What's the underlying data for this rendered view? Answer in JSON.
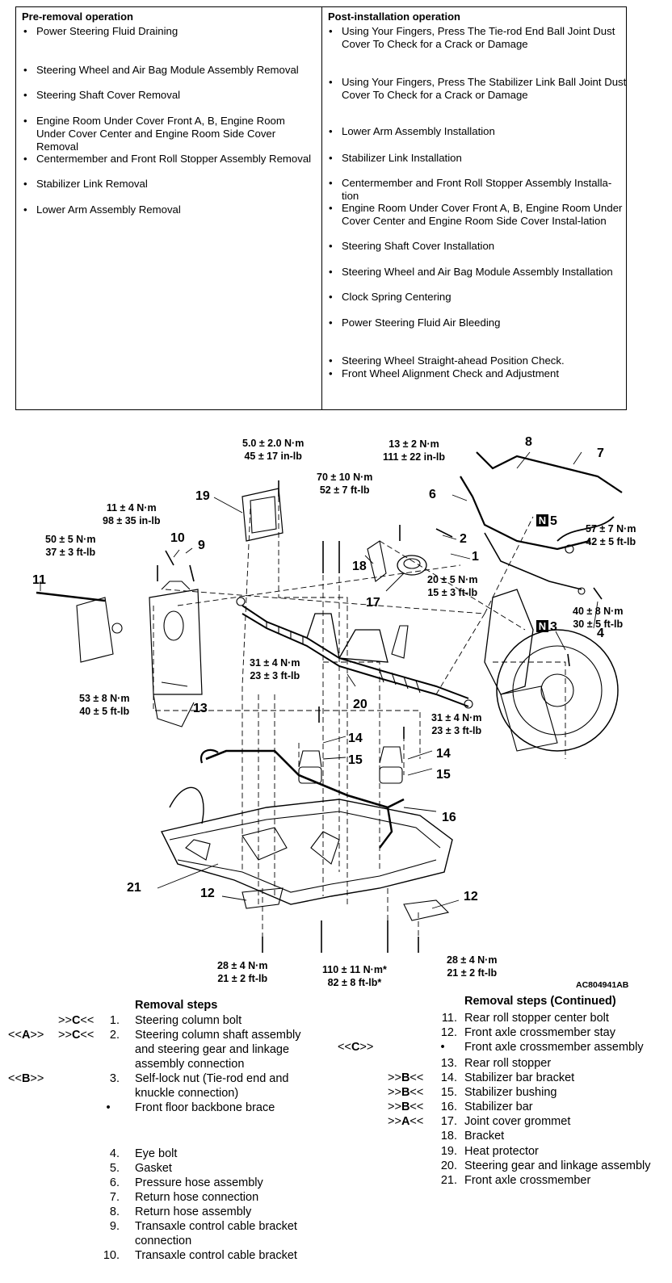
{
  "pre_removal": {
    "title": "Pre-removal operation",
    "items": [
      "Power Steering Fluid Draining",
      "Steering Wheel and Air Bag Module Assembly Removal",
      "Steering Shaft Cover Removal",
      "Engine Room Under Cover Front A, B, Engine Room Under Cover Center and Engine Room Side Cover Removal",
      "Centermember and Front Roll Stopper Assembly Removal",
      "Stabilizer Link Removal",
      "Lower Arm Assembly Removal"
    ]
  },
  "post_installation": {
    "title": "Post-installation operation",
    "items": [
      "Using Your Fingers, Press The Tie-rod End Ball Joint Dust Cover To Check for a Crack or Damage",
      "Using Your Fingers, Press The Stabilizer Link Ball Joint Dust Cover To Check for a Crack or Damage",
      "Lower Arm Assembly Installation",
      "Stabilizer Link Installation",
      "Centermember and Front Roll Stopper Assembly Installa-tion",
      "Engine Room Under Cover Front A, B, Engine Room Under Cover Center and Engine Room Side Cover Instal-lation",
      "Steering Shaft Cover Installation",
      "Steering Wheel and Air Bag Module Assembly Installation",
      "Clock Spring Centering",
      "Power Steering Fluid Air Bleeding",
      "Steering Wheel Straight-ahead Position Check.",
      "Front Wheel Alignment Check and Adjustment"
    ]
  },
  "bullet_char": "•",
  "diagram": {
    "figure_id": "AC804941AB",
    "n_marker": "N",
    "callouts": [
      "1",
      "2",
      "3",
      "4",
      "5",
      "6",
      "7",
      "8",
      "9",
      "10",
      "11",
      "12",
      "12",
      "13",
      "14",
      "14",
      "15",
      "15",
      "16",
      "17",
      "18",
      "19",
      "20",
      "21"
    ],
    "torques": {
      "t1": [
        "5.0 ± 2.0 N·m",
        "45 ± 17 in-lb"
      ],
      "t2": [
        "13 ± 2 N·m",
        "111 ± 22 in-lb"
      ],
      "t3": [
        "70 ± 10 N·m",
        "52 ± 7 ft-lb"
      ],
      "t4": [
        "11 ± 4 N·m",
        "98 ± 35 in-lb"
      ],
      "t5": [
        "50 ± 5 N·m",
        "37 ± 3 ft-lb"
      ],
      "t6": [
        "57 ± 7 N·m",
        "42 ± 5 ft-lb"
      ],
      "t7": [
        "20 ± 5 N·m",
        "15 ± 3 ft-lb"
      ],
      "t8": [
        "40 ± 8 N·m",
        "30 ± 5 ft-lb"
      ],
      "t9": [
        "53 ± 8 N·m",
        "40 ± 5 ft-lb"
      ],
      "t10": [
        "31 ± 4 N·m",
        "23 ± 3 ft-lb"
      ],
      "t11": [
        "31 ± 4 N·m",
        "23 ± 3 ft-lb"
      ],
      "t12": [
        "28 ± 4 N·m",
        "21 ± 2 ft-lb"
      ],
      "t13": [
        "110 ± 11 N·m*",
        "82 ± 8 ft-lb*"
      ],
      "t14": [
        "28 ± 4 N·m",
        "21 ± 2 ft-lb"
      ]
    }
  },
  "removal_steps": {
    "title": "Removal steps",
    "steps": [
      {
        "pre": "",
        "post": ">>C<<",
        "num": "1.",
        "text": "Steering column bolt"
      },
      {
        "pre": "<<A>>",
        "post": ">>C<<",
        "num": "2.",
        "text": "Steering column shaft assembly and steering gear and linkage assembly connection"
      },
      {
        "pre": "<<B>>",
        "post": "",
        "num": "3.",
        "text": "Self-lock nut (Tie-rod end and knuckle connection)"
      },
      {
        "pre": "",
        "post": "",
        "num": "•",
        "text": "Front floor backbone brace"
      },
      {
        "pre": "",
        "post": "",
        "num": "4.",
        "text": "Eye bolt"
      },
      {
        "pre": "",
        "post": "",
        "num": "5.",
        "text": "Gasket"
      },
      {
        "pre": "",
        "post": "",
        "num": "6.",
        "text": "Pressure hose assembly"
      },
      {
        "pre": "",
        "post": "",
        "num": "7.",
        "text": "Return hose connection"
      },
      {
        "pre": "",
        "post": "",
        "num": "8.",
        "text": "Return hose assembly"
      },
      {
        "pre": "",
        "post": "",
        "num": "9.",
        "text": "Transaxle control cable bracket connection"
      },
      {
        "pre": "",
        "post": "",
        "num": "10.",
        "text": "Transaxle control cable bracket"
      }
    ]
  },
  "removal_steps_continued": {
    "title": "Removal steps (Continued)",
    "steps": [
      {
        "pre": "",
        "post": "",
        "num": "11.",
        "text": "Rear roll stopper center bolt"
      },
      {
        "pre": "",
        "post": "",
        "num": "12.",
        "text": "Front axle crossmember stay"
      },
      {
        "pre": "<<C>>",
        "post": "",
        "num": "•",
        "text": "Front axle crossmember assembly"
      },
      {
        "pre": "",
        "post": "",
        "num": "13.",
        "text": "Rear roll stopper"
      },
      {
        "pre": "",
        "post": ">>B<<",
        "num": "14.",
        "text": "Stabilizer bar bracket"
      },
      {
        "pre": "",
        "post": ">>B<<",
        "num": "15.",
        "text": "Stabilizer bushing"
      },
      {
        "pre": "",
        "post": ">>B<<",
        "num": "16.",
        "text": "Stabilizer bar"
      },
      {
        "pre": "",
        "post": ">>A<<",
        "num": "17.",
        "text": "Joint cover grommet"
      },
      {
        "pre": "",
        "post": "",
        "num": "18.",
        "text": "Bracket"
      },
      {
        "pre": "",
        "post": "",
        "num": "19.",
        "text": "Heat protector"
      },
      {
        "pre": "",
        "post": "",
        "num": "20.",
        "text": "Steering gear and linkage assembly"
      },
      {
        "pre": "",
        "post": "",
        "num": "21.",
        "text": "Front axle crossmember"
      }
    ]
  }
}
